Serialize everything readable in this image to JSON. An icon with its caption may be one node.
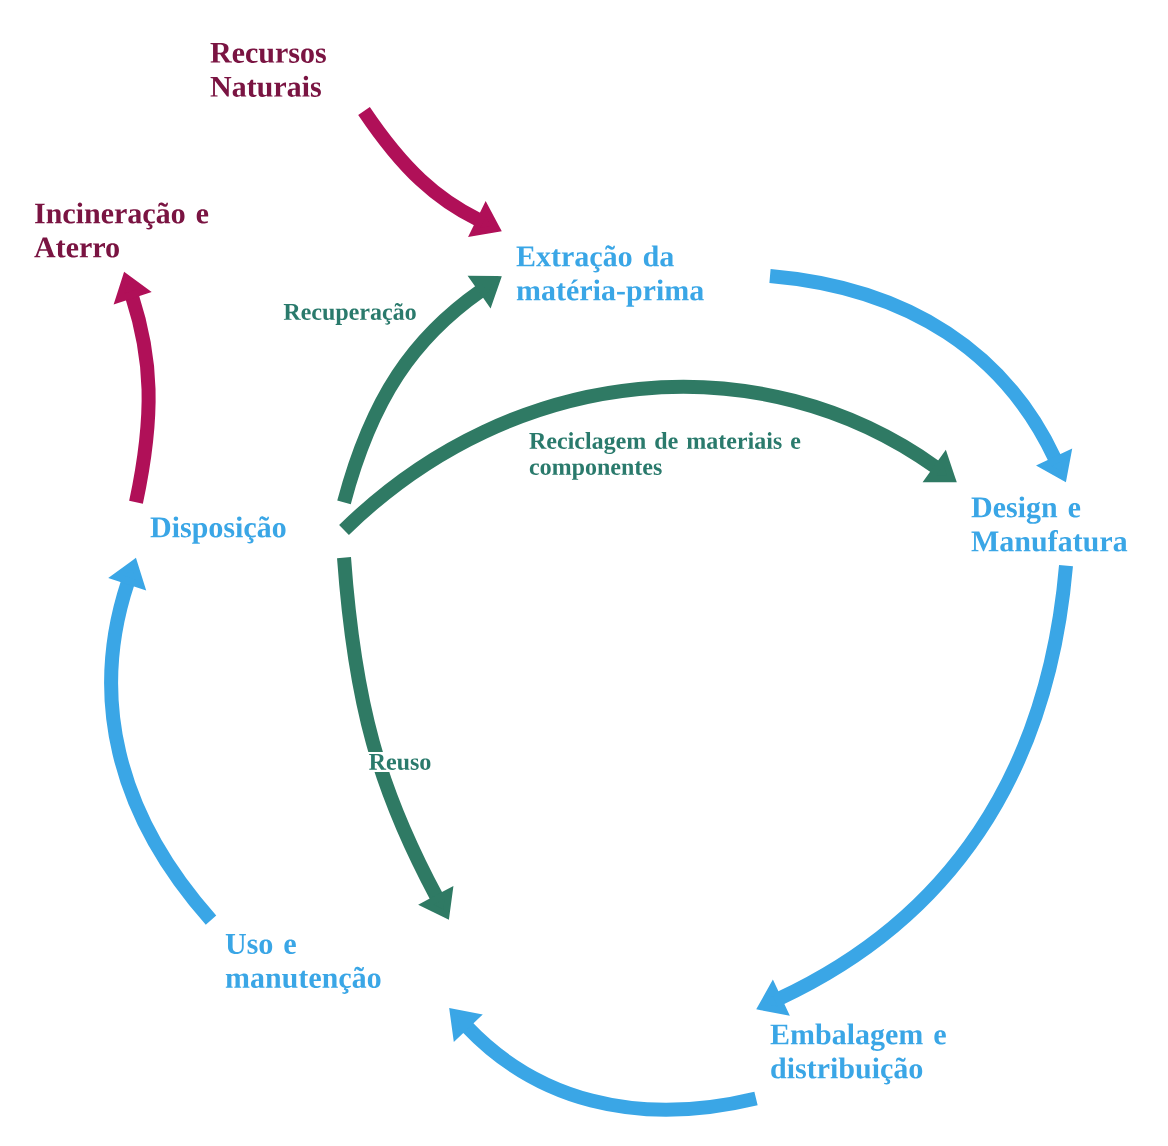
{
  "diagram": {
    "nodes": [
      {
        "text": [
          "Recursos Naturais"
        ]
      },
      {
        "text": [
          "Incineração e Aterro"
        ]
      },
      {
        "text": [
          "Extração da matéria-prima"
        ]
      },
      {
        "text": [
          "Design e Manufatura"
        ]
      },
      {
        "text": [
          "Embalagem e distribuição"
        ]
      },
      {
        "text": [
          "Uso e manutenção"
        ]
      },
      {
        "text": [
          "Disposição"
        ]
      }
    ],
    "edges": [
      {
        "from": 0,
        "to": 2,
        "arrow": "to",
        "color": "#b01058"
      },
      {
        "from": 6,
        "to": 1,
        "arrow": "to",
        "color": "#b01058"
      },
      {
        "from": 6,
        "to": 2,
        "arrow": "to",
        "label": "Recuperação",
        "color": "#2f7a64"
      },
      {
        "from": 6,
        "to": 3,
        "arrow": "to",
        "label": "Reciclagem de materiais e componentes",
        "color": "#2f7a64"
      },
      {
        "from": 6,
        "to": 5,
        "arrow": "to",
        "label": "Reuso",
        "color": "#2f7a64"
      },
      {
        "from": 2,
        "to": 3,
        "arrow": "to"
      },
      {
        "from": 3,
        "to": 4,
        "arrow": "to"
      },
      {
        "from": 4,
        "to": 5,
        "arrow": "to"
      },
      {
        "from": 5,
        "to": 6,
        "arrow": "to"
      }
    ]
  }
}
